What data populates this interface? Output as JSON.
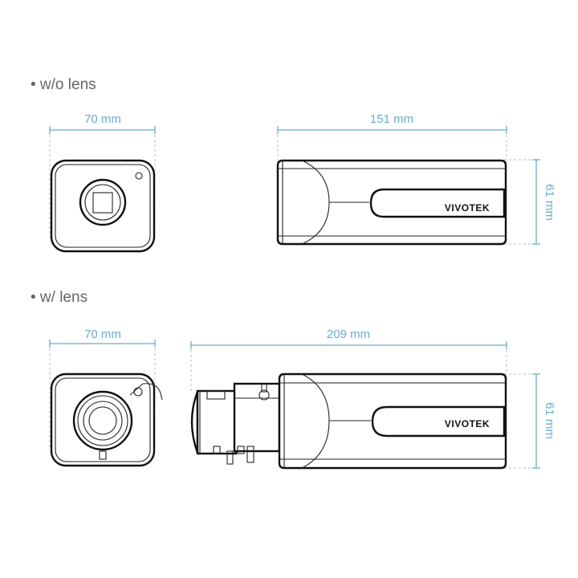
{
  "sections": [
    {
      "label": "• w/o lens",
      "width_label": "70 mm",
      "length_label": "151 mm",
      "height_label": "61 mm"
    },
    {
      "label": "• w/ lens",
      "width_label": "70 mm",
      "length_label": "209 mm",
      "height_label": "61 mm"
    }
  ],
  "brand_logo": "VIVOTEK",
  "colors": {
    "dimension": "#6aaccc",
    "outline": "#111111",
    "label": "#666666"
  }
}
